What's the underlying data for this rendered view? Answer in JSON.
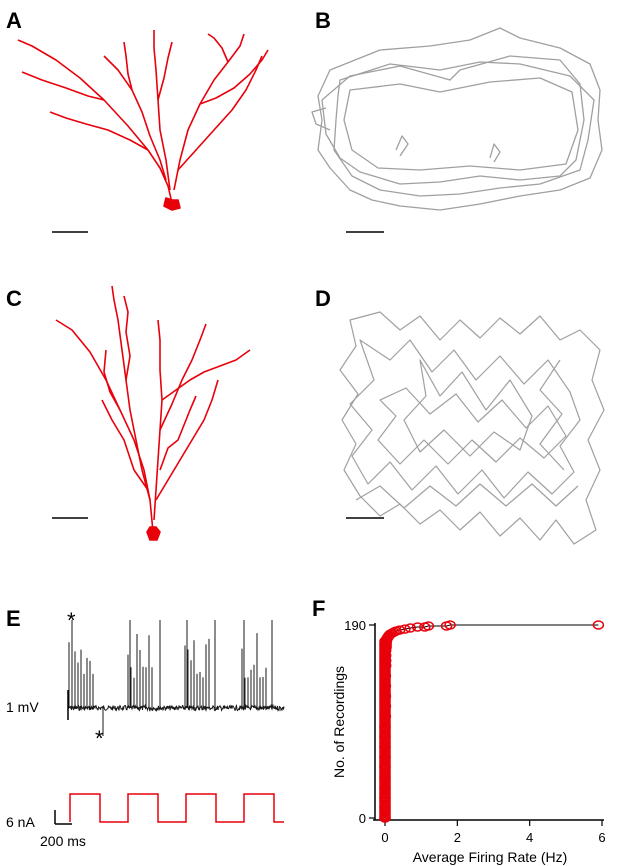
{
  "panels": {
    "A": "A",
    "B": "B",
    "C": "C",
    "D": "D",
    "E": "E",
    "F": "F"
  },
  "colors": {
    "neuron": "#e8000b",
    "trajectory": "#a0a0a0",
    "voltage": "#1a1a1a",
    "current": "#e8000b",
    "marker": "#e8000b",
    "axis": "#000000"
  },
  "panel_e": {
    "voltage_scale_label": "1 mV",
    "current_scale_label": "6 nA",
    "time_scale_label": "200 ms",
    "spike_marker": "*",
    "current_pulses": 4
  },
  "chart_data": {
    "type": "scatter",
    "title": "",
    "xlabel": "Average Firing Rate (Hz)",
    "ylabel": "No. of Recordings",
    "xlim": [
      0,
      6
    ],
    "ylim": [
      0,
      190
    ],
    "xticks": [
      0,
      2,
      4,
      6
    ],
    "yticks": [
      0,
      190
    ],
    "marker": "open-circle",
    "line": "cumulative",
    "series": [
      {
        "x": [
          0.0,
          0.0,
          0.0,
          0.0,
          0.0,
          0.0,
          0.0,
          0.0,
          0.0,
          0.0,
          0.01,
          0.01,
          0.01,
          0.01,
          0.01,
          0.02,
          0.02,
          0.02,
          0.02,
          0.03,
          0.03,
          0.03,
          0.04,
          0.04,
          0.05,
          0.06,
          0.08,
          0.1,
          0.12,
          0.15,
          0.2,
          0.25,
          0.3,
          0.4,
          0.55,
          0.7,
          0.9,
          1.1,
          1.2,
          1.7,
          1.8,
          5.9
        ],
        "y": [
          0,
          10,
          20,
          30,
          40,
          50,
          60,
          70,
          80,
          90,
          100,
          110,
          120,
          130,
          140,
          150,
          155,
          160,
          165,
          168,
          170,
          172,
          174,
          175,
          176,
          177,
          178,
          179,
          180,
          181,
          182,
          183,
          184,
          185,
          186,
          187,
          188,
          188,
          189,
          189,
          190,
          190
        ]
      }
    ]
  }
}
